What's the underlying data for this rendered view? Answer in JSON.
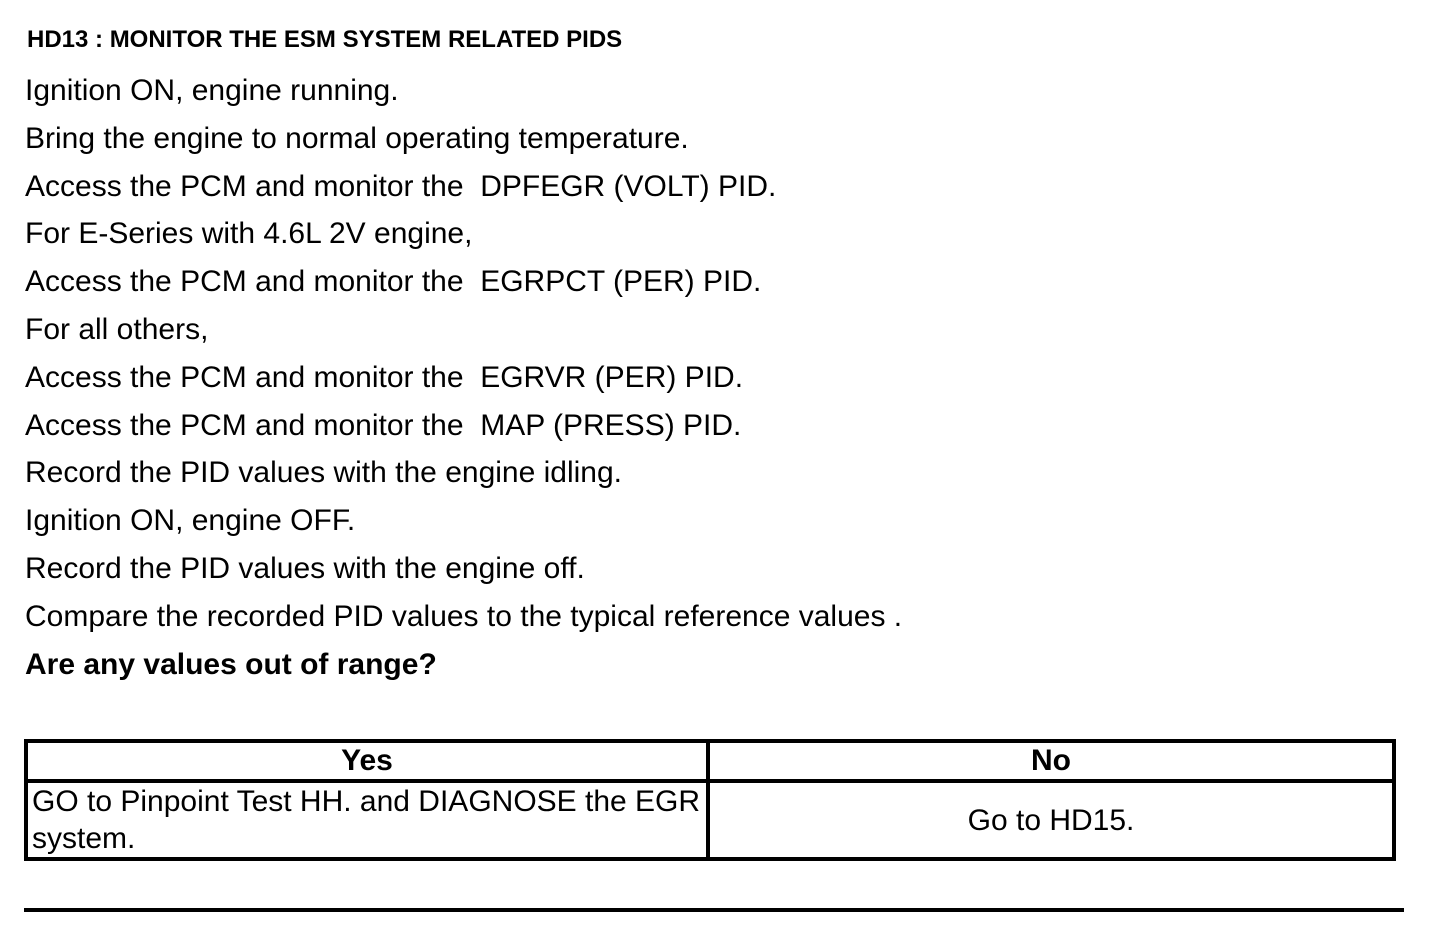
{
  "title": "HD13 : MONITOR THE ESM SYSTEM RELATED PIDS",
  "steps": [
    "Ignition ON, engine running.",
    "Bring the engine to normal operating temperature.",
    "Access the PCM and monitor the  DPFEGR (VOLT) PID.",
    "For E-Series with 4.6L 2V engine,",
    "Access the PCM and monitor the  EGRPCT (PER) PID.",
    "For all others,",
    "Access the PCM and monitor the  EGRVR (PER) PID.",
    "Access the PCM and monitor the  MAP (PRESS) PID.",
    "Record the PID values with the engine idling.",
    "Ignition ON, engine OFF.",
    "Record the PID values with the engine off.",
    "Compare the recorded PID values to the typical reference values ."
  ],
  "question": "Are any values out of range?",
  "table": {
    "headers": {
      "yes": "Yes",
      "no": "No"
    },
    "yes_action": "GO to Pinpoint Test HH. and DIAGNOSE the EGR system.",
    "no_action": "Go to HD15."
  }
}
